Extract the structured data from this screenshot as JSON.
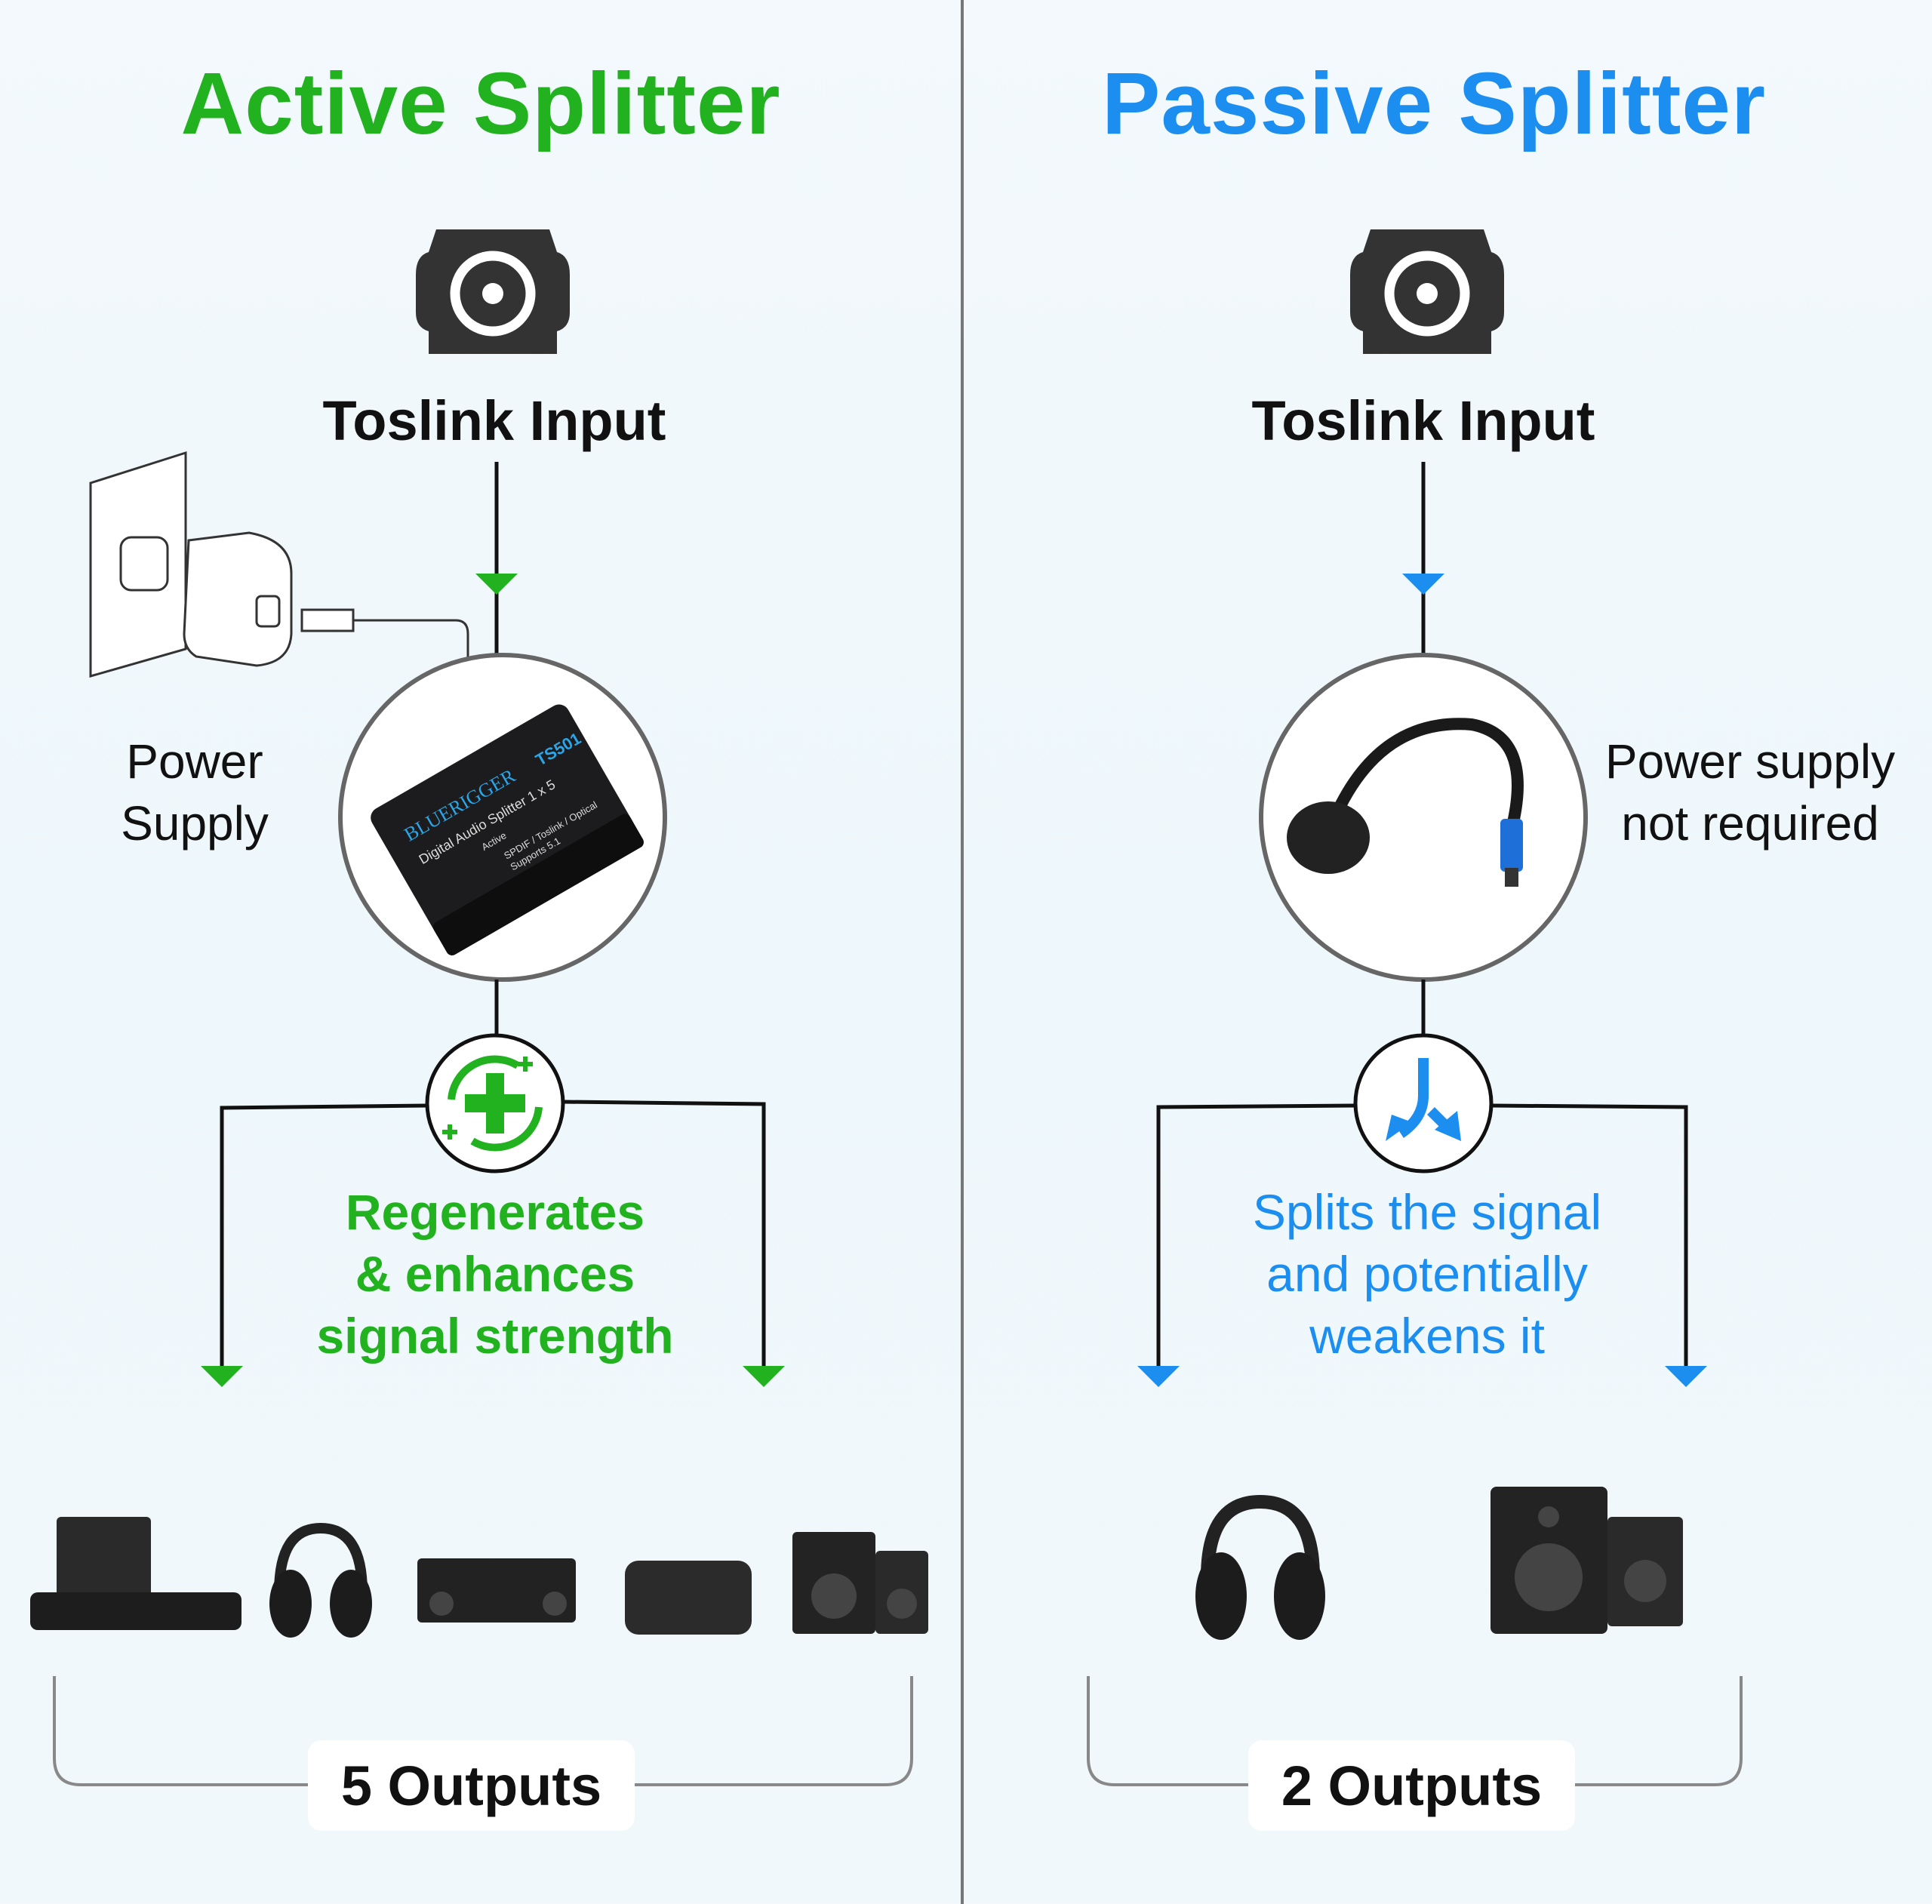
{
  "colors": {
    "active": "#22b21f",
    "passive": "#1b8ef0",
    "line": "#111111",
    "circle": "#666666"
  },
  "active": {
    "title": "Active Splitter",
    "input_label": "Toslink Input",
    "power_label_line1": "Power",
    "power_label_line2": "Supply",
    "device_text": {
      "brand": "BLUERIGGER",
      "name": "Digital Audio Splitter 1 x 5",
      "mode": "Active",
      "model": "TS501",
      "spec1": "SPDIF / Toslink / Optical",
      "spec2": "Supports 5.1"
    },
    "desc": [
      "Regenerates",
      "& enhances",
      "signal strength"
    ],
    "outputs_label": "5 Outputs",
    "icon": "regenerate-plus-icon"
  },
  "passive": {
    "title": "Passive Splitter",
    "input_label": "Toslink Input",
    "power_label_line1": "Power supply",
    "power_label_line2": "not required",
    "desc": [
      "Splits the signal",
      "and potentially",
      "weakens it"
    ],
    "outputs_label": "2 Outputs",
    "icon": "split-arrows-icon"
  }
}
